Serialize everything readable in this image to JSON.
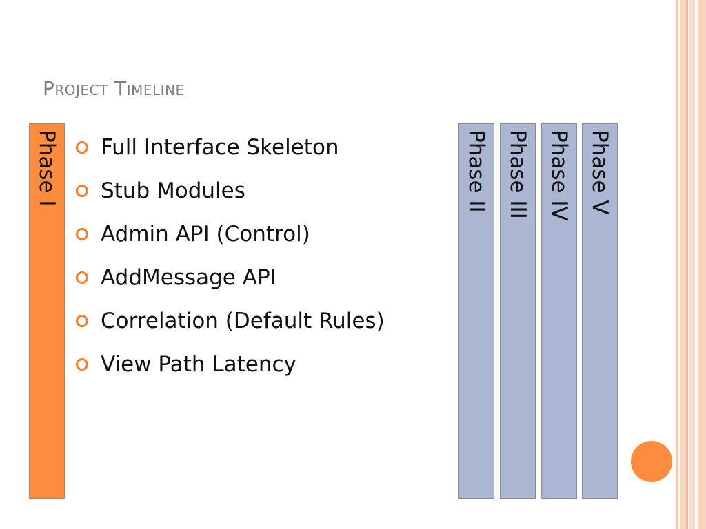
{
  "slide": {
    "title": "Project Timeline",
    "bullets": [
      "Full Interface Skeleton",
      "Stub Modules",
      "Admin API (Control)",
      "AddMessage API",
      "Correlation (Default Rules)",
      "View Path Latency"
    ],
    "phases": {
      "current": "Phase I",
      "future": [
        "Phase II",
        "Phase III",
        "Phase IV",
        "Phase V"
      ]
    }
  },
  "colors": {
    "accent": "#fd8c3f",
    "phase_future": "#abb6d3",
    "title": "#7f7f7f",
    "bullet": "#f97d2a"
  }
}
